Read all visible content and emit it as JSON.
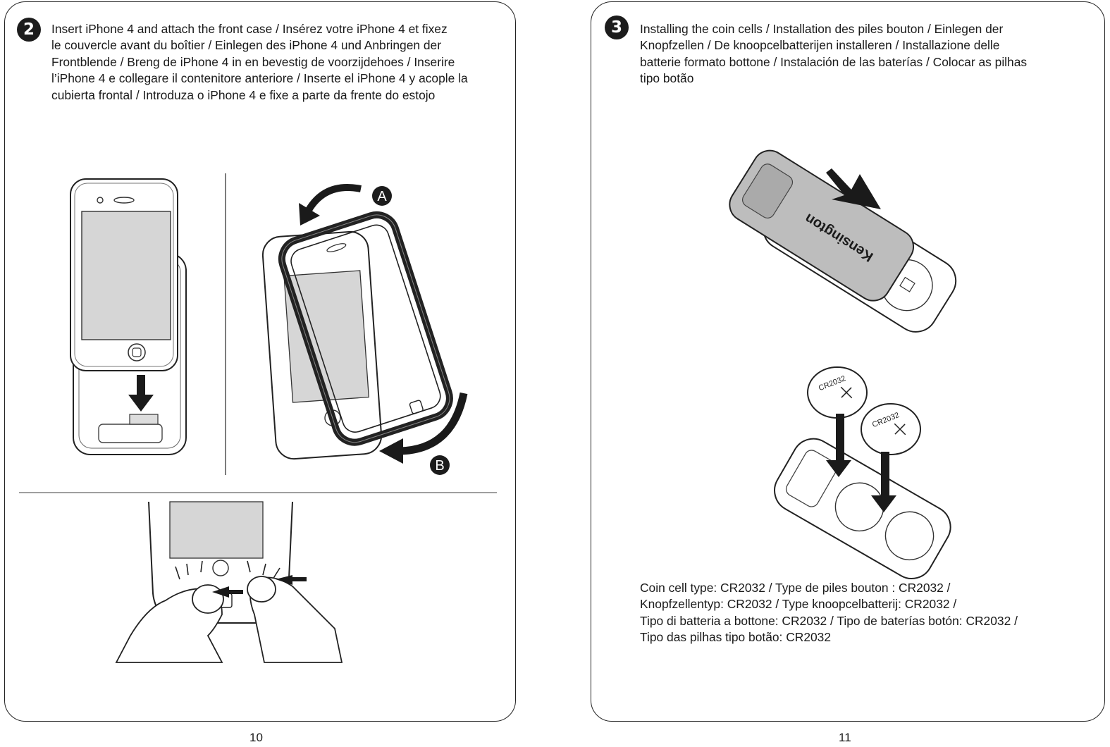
{
  "left_page": {
    "step_number": "2",
    "instruction_lines": [
      "Insert iPhone 4 and attach the front case / Insérez votre iPhone 4 et fixez",
      "le couvercle avant du boîtier / Einlegen des iPhone 4 und Anbringen der",
      "Frontblende / Breng de iPhone 4 in en bevestig de voorzijdehoes / Inserire",
      "l’iPhone 4 e collegare il contenitore anteriore / Inserte el iPhone 4 y acople la",
      "cubierta frontal / Introduza o iPhone 4 e fixe a parte da frente do estojo"
    ],
    "label_a": "A",
    "label_b": "B",
    "page_number": "10"
  },
  "right_page": {
    "step_number": "3",
    "instruction_lines": [
      "Installing the coin cells / Installation des piles bouton / Einlegen der",
      "Knopfzellen / De knoopcelbatterijen installeren / Installazione delle",
      "batterie formato bottone / Instalación de las baterías / Colocar as pilhas",
      "tipo botão"
    ],
    "brand": "Kensington",
    "coin_label": "CR2032",
    "coin_cell_lines": [
      "Coin cell type: CR2032 / Type de piles bouton : CR2032 /",
      "Knopfzellentyp: CR2032 / Type knoopcelbatterij: CR2032 /",
      "Tipo di batteria a bottone: CR2032 / Tipo de baterías botón: CR2032 /",
      "Tipo das pilhas tipo botão: CR2032"
    ],
    "page_number": "11"
  }
}
